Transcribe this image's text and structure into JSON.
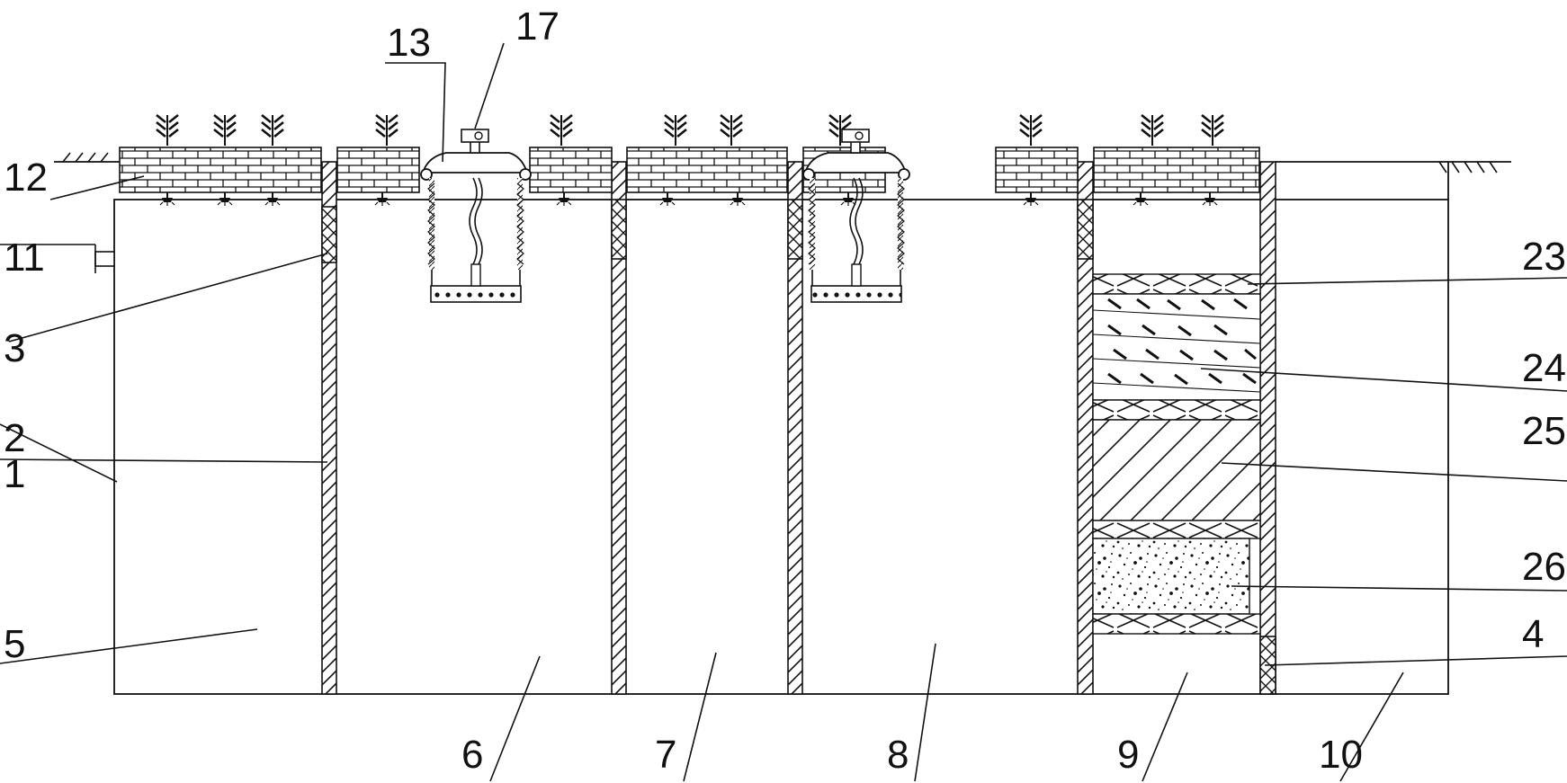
{
  "labels": {
    "l1": "1",
    "l2": "2",
    "l3": "3",
    "l4": "4",
    "l5": "5",
    "l6": "6",
    "l7": "7",
    "l8": "8",
    "l9": "9",
    "l10": "10",
    "l11": "11",
    "l12": "12",
    "l13": "13",
    "l17": "17",
    "l23": "23",
    "l24": "24",
    "l25": "25",
    "l26": "26"
  },
  "colors": {
    "line": "#111111",
    "background": "#ffffff"
  }
}
